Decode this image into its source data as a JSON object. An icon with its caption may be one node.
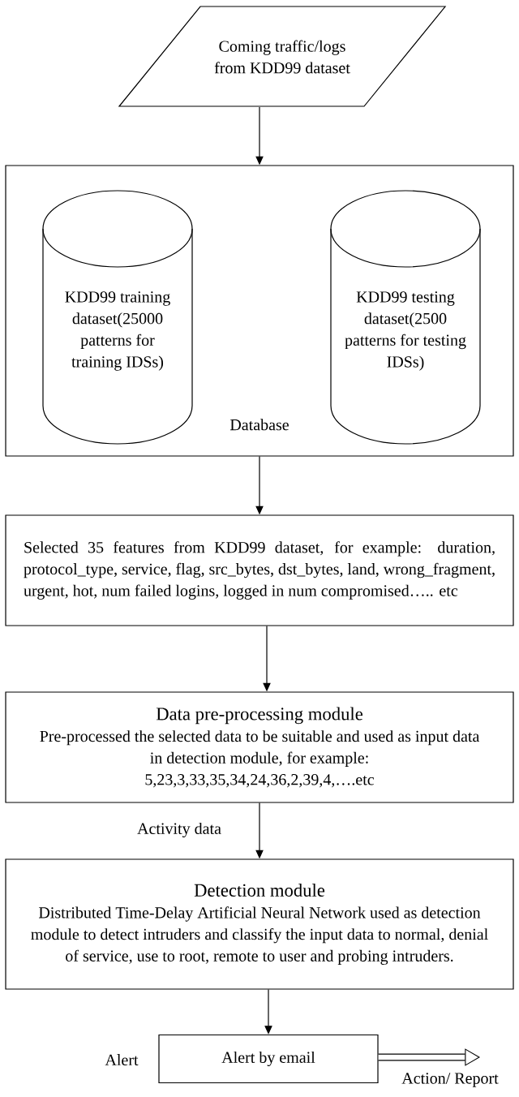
{
  "diagram": {
    "nodes": [
      {
        "text": [
          "Coming traffic/logs from KDD99 dataset"
        ]
      },
      {
        "text": [
          "Database"
        ]
      },
      {
        "text": [
          "KDD99 training dataset(25000 patterns for training IDSs)"
        ],
        "in": 1
      },
      {
        "text": [
          "KDD99 testing dataset(2500 patterns for testing IDSs)"
        ],
        "in": 1
      },
      {
        "text": [
          "Selected 35 features from KDD99 dataset, for example: duration, protocol_type, service, flag, src_bytes, dst_bytes, land, wrong_fragment, urgent, hot, num failed logins, logged in num compromised….. etc"
        ]
      },
      {
        "text": [
          "Data pre-processing module",
          "Pre-processed the selected data to be suitable and used as input data in detection module, for example: 5,23,3,33,35,34,24,36,2,39,4,….etc"
        ]
      },
      {
        "text": [
          "Detection module",
          "Distributed Time-Delay Artificial Neural Network used as detection module to detect intruders and classify the input data to normal, denial of service, use to root, remote to user and probing intruders."
        ]
      },
      {
        "text": [
          "Alert by email"
        ],
        "beside": [
          "Alert"
        ]
      }
    ],
    "edges": [
      {
        "from": 0,
        "to": 1,
        "arrow": "to"
      },
      {
        "from": 1,
        "to": 4,
        "arrow": "to"
      },
      {
        "from": 4,
        "to": 5,
        "arrow": "to"
      },
      {
        "from": 5,
        "to": 6,
        "arrow": "to",
        "label": "Activity data"
      },
      {
        "from": 6,
        "to": 7,
        "arrow": "to"
      },
      {
        "from": 7,
        "to": null,
        "arrow": "to",
        "label": "Action/ Report",
        "style": "thick"
      }
    ]
  }
}
